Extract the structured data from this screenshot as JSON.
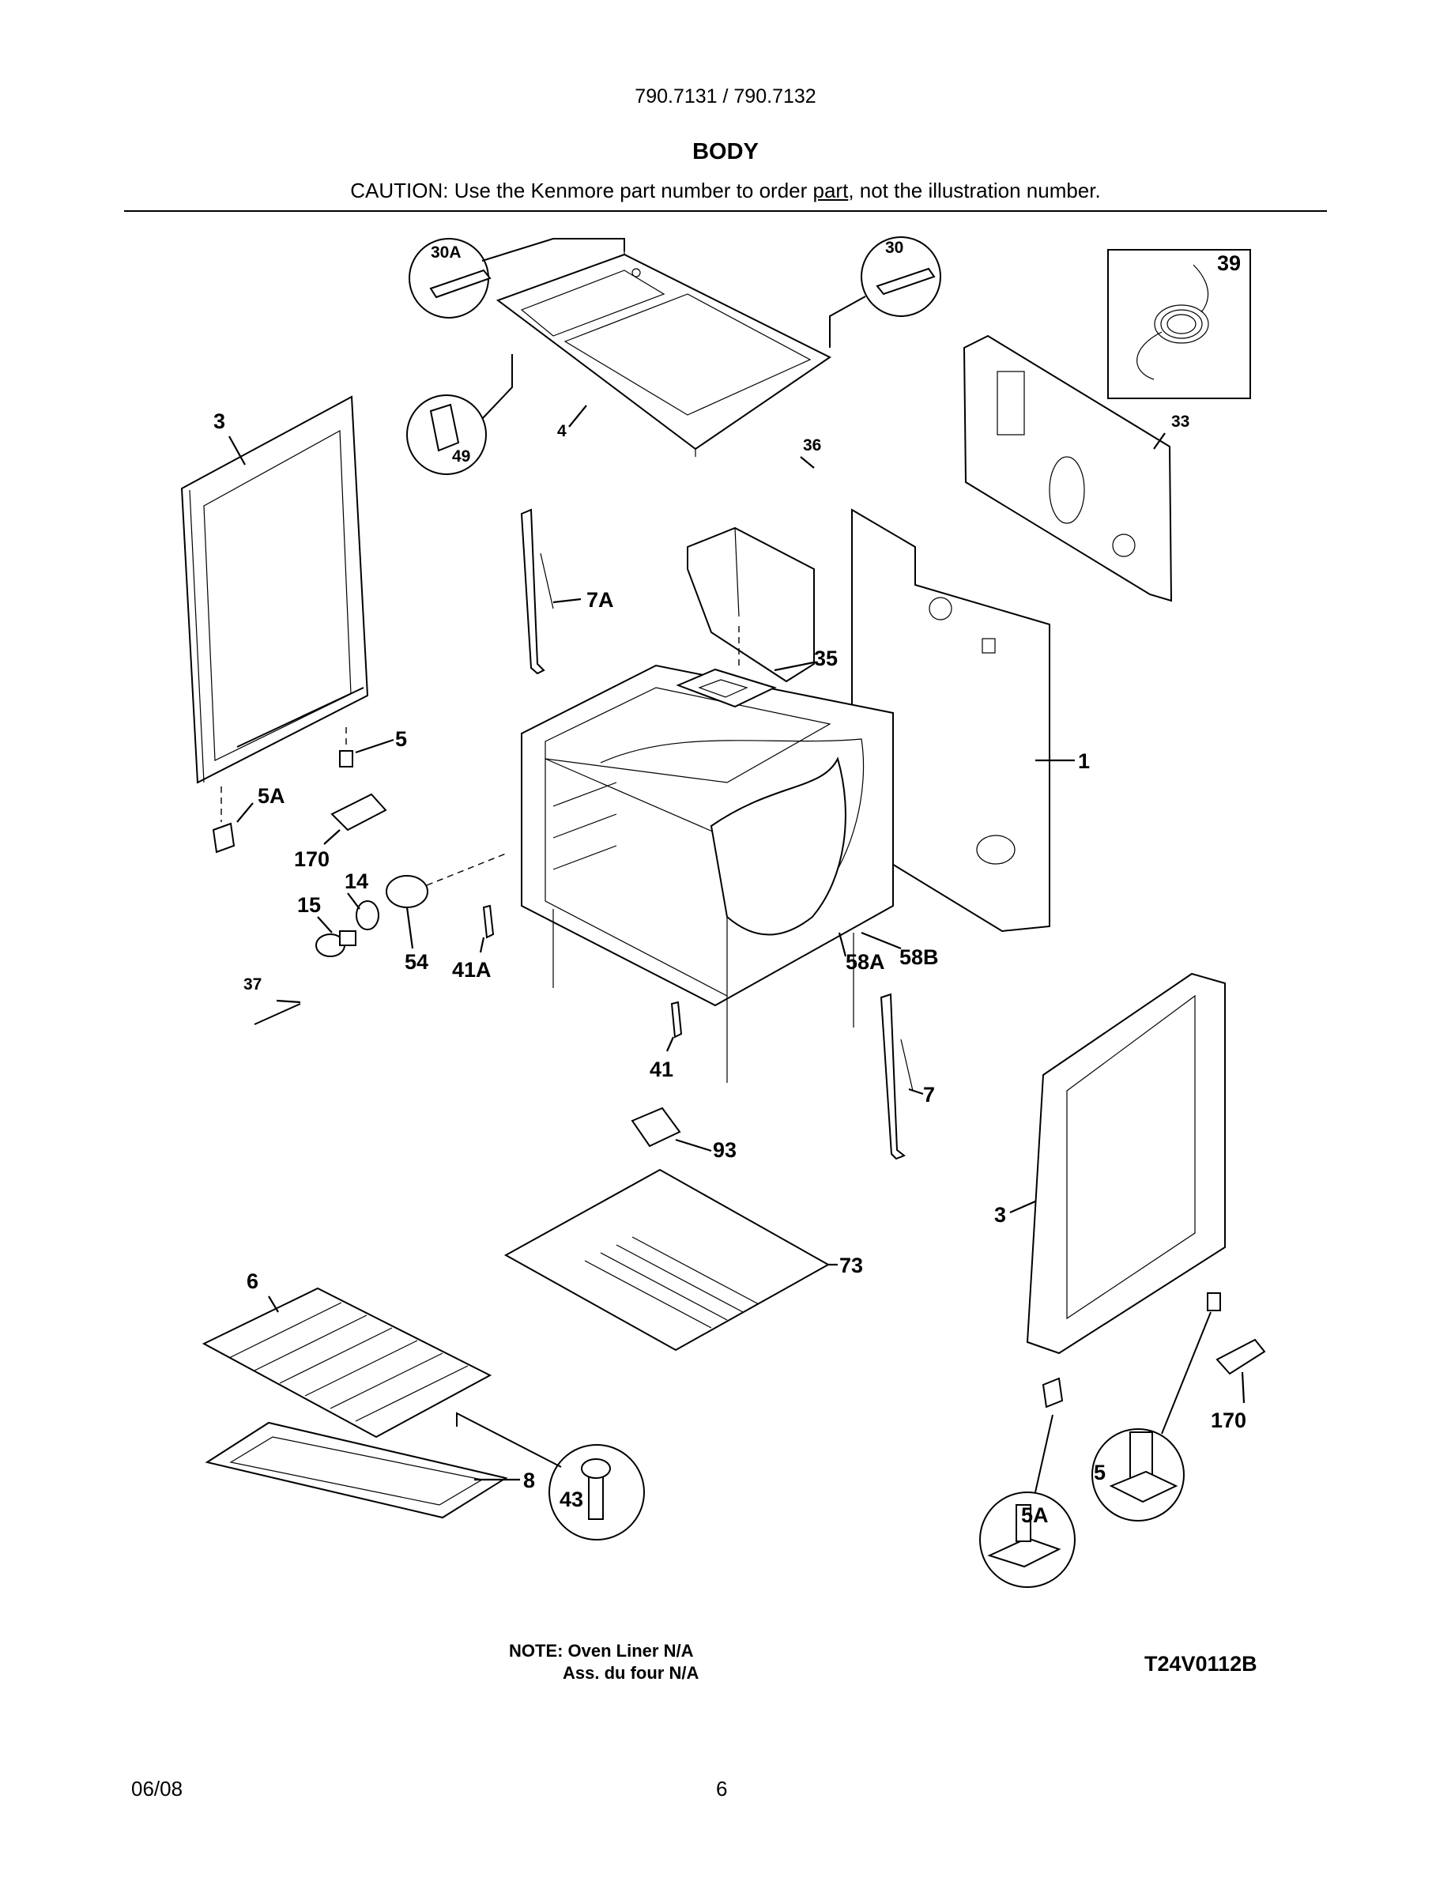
{
  "header": {
    "model_numbers": "790.7131 / 790.7132",
    "section_title": "BODY",
    "caution_prefix": "CAUTION: Use the Kenmore part number to order ",
    "caution_underlined": "part",
    "caution_suffix": ", not the illustration number."
  },
  "callouts": {
    "c30A": "30A",
    "c30": "30",
    "c39": "39",
    "c49": "49",
    "c4": "4",
    "c3_left": "3",
    "c33": "33",
    "c36": "36",
    "c7A": "7A",
    "c35": "35",
    "c1": "1",
    "c5_left": "5",
    "c5A_left": "5A",
    "c170_left": "170",
    "c14": "14",
    "c15": "15",
    "c54": "54",
    "c41A": "41A",
    "c58A": "58A",
    "c58B": "58B",
    "c37": "37",
    "c41": "41",
    "c7": "7",
    "c93": "93",
    "c73": "73",
    "c3_right": "3",
    "c6": "6",
    "c8": "8",
    "c43": "43",
    "c170_right": "170",
    "c5_right": "5",
    "c5A_right": "5A"
  },
  "footer": {
    "note_line1": "NOTE: Oven Liner N/A",
    "note_line2": "Ass. du four N/A",
    "drawing_code": "T24V0112B",
    "date": "06/08",
    "page_number": "6"
  }
}
